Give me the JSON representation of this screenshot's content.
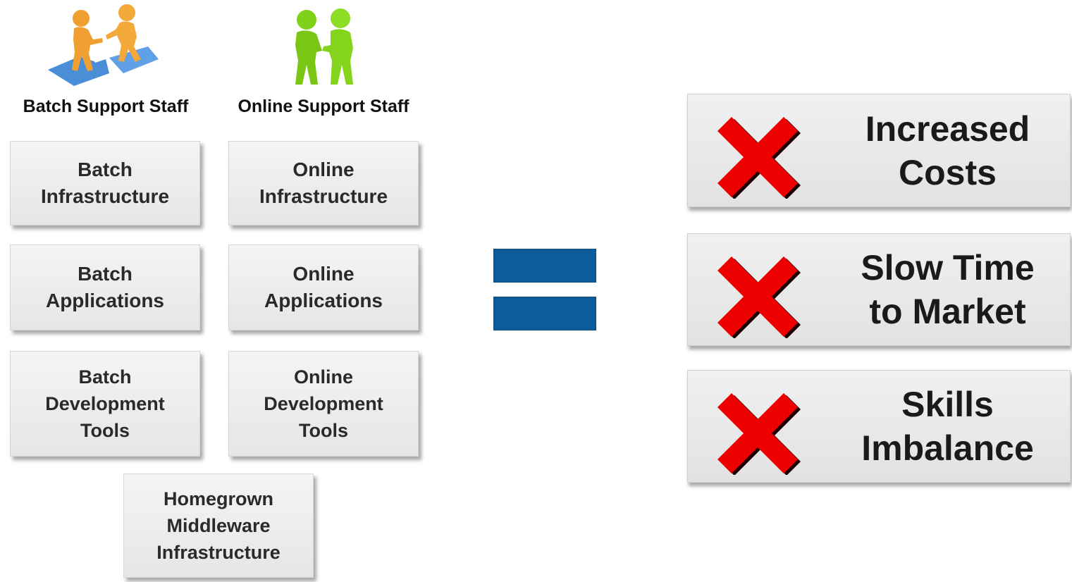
{
  "staff": {
    "batch_label": "Batch Support Staff",
    "online_label": "Online Support Staff"
  },
  "batch_column": [
    "Batch\nInfrastructure",
    "Batch\nApplications",
    "Batch\nDevelopment\nTools"
  ],
  "online_column": [
    "Online\nInfrastructure",
    "Online\nApplications",
    "Online\nDevelopment\nTools"
  ],
  "middleware": "Homegrown\nMiddleware\nInfrastructure",
  "outcomes": [
    "Increased\nCosts",
    "Slow Time\nto Market",
    "Skills\nImbalance"
  ],
  "colors": {
    "equals": "#0d5c99",
    "x_mark": "#ee0000",
    "batch_figures": "#f0a030",
    "online_figures": "#7fd21a",
    "puzzle": "#4a8ed8"
  },
  "icons": {
    "batch": "people-on-puzzle-icon",
    "online": "people-handshake-icon",
    "outcome": "red-x-icon"
  }
}
